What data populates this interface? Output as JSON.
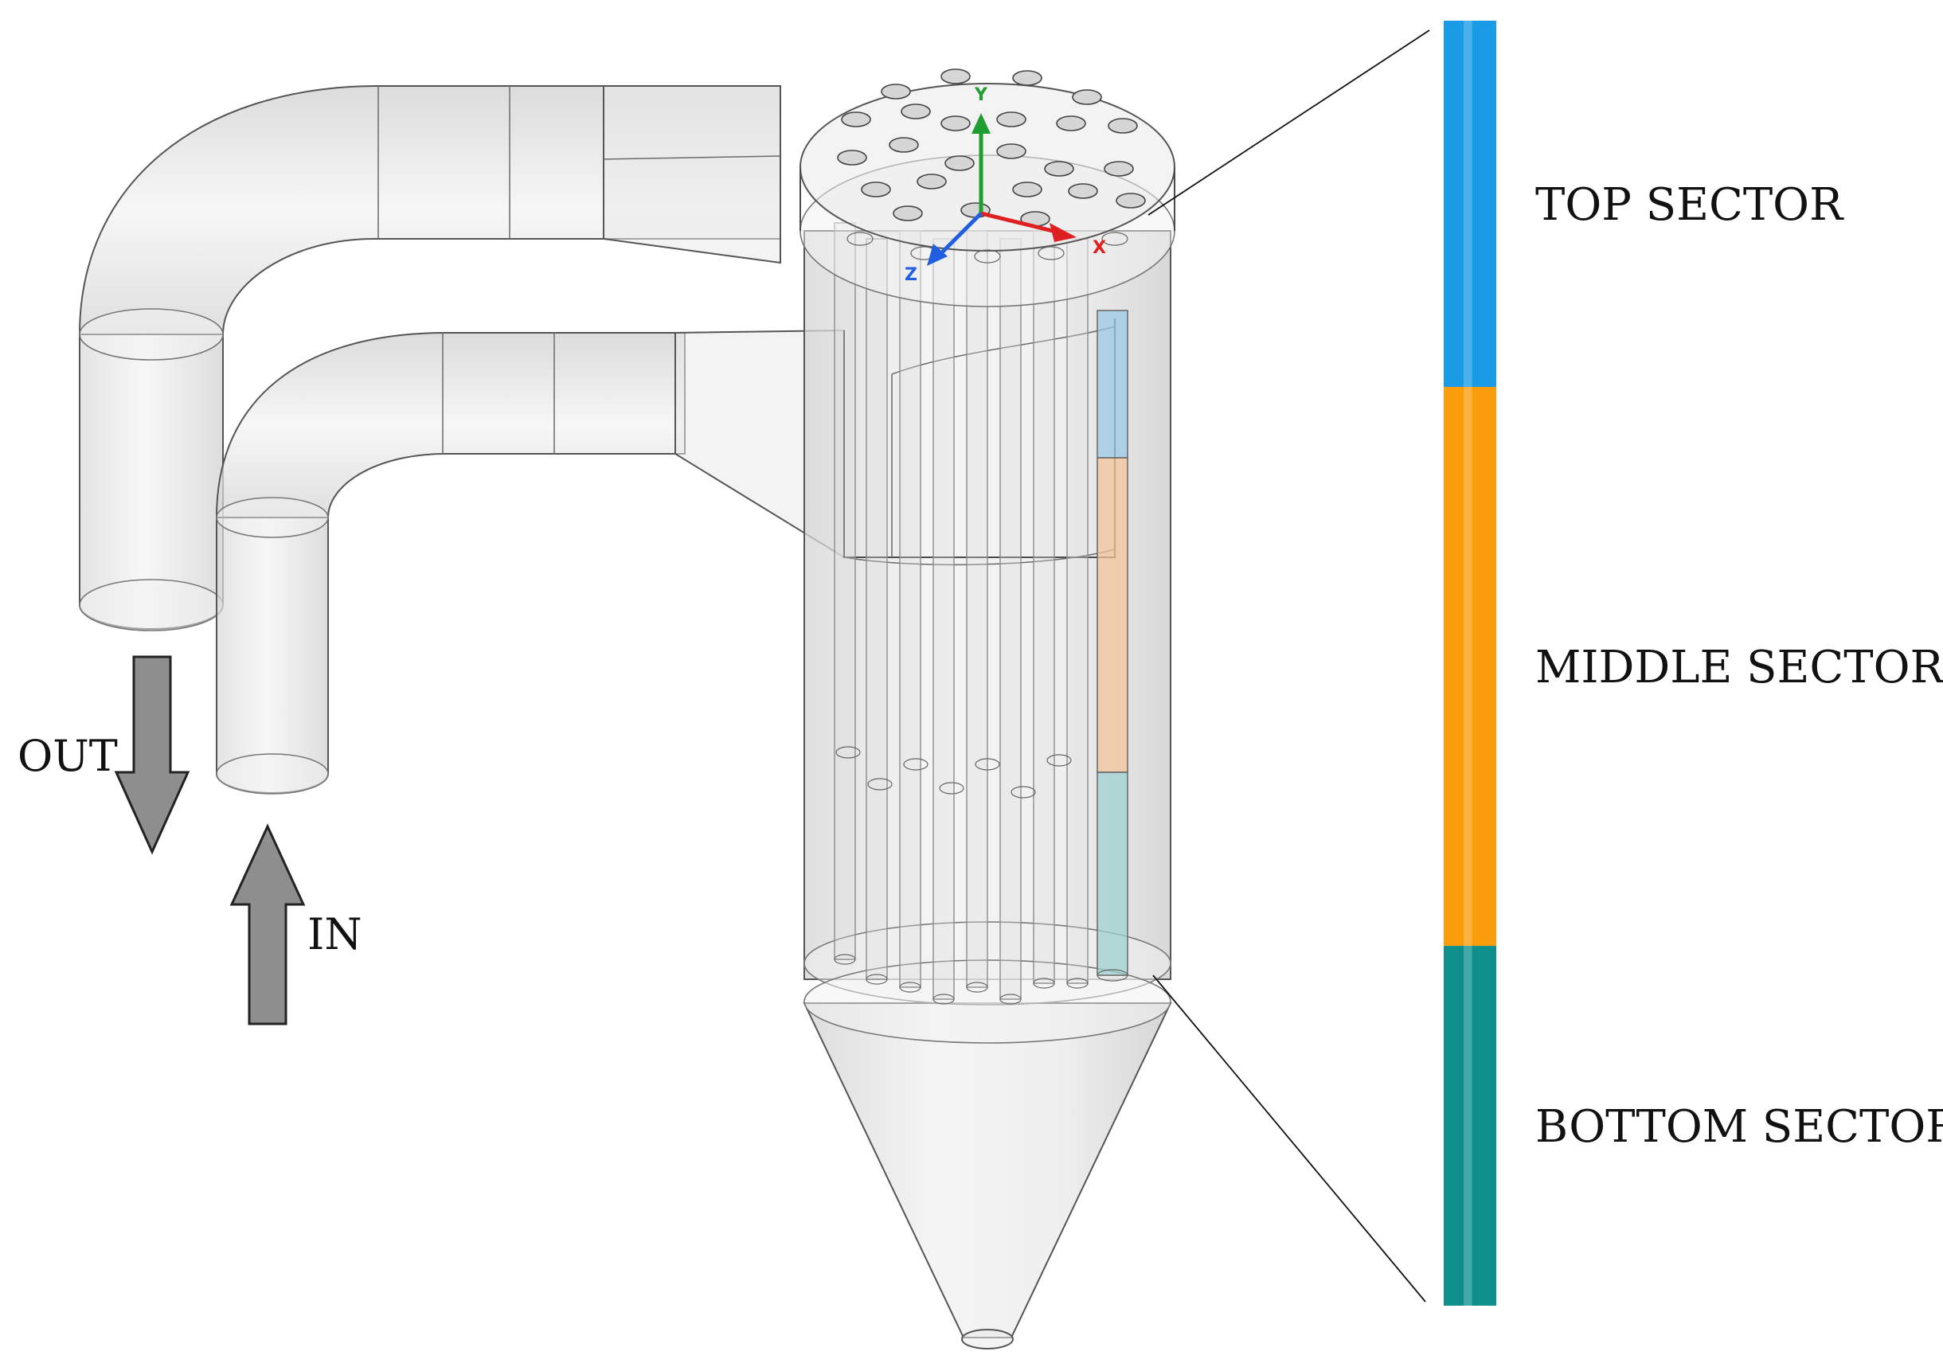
{
  "labels": {
    "out": "OUT",
    "in": "IN"
  },
  "axes": {
    "x": "X",
    "y": "Y",
    "z": "Z"
  },
  "sectors": [
    {
      "label": "TOP SECTOR",
      "color": "#1a9be6",
      "fraction": 0.285
    },
    {
      "label": "MIDDLE SECTOR",
      "color": "#f99d0b",
      "fraction": 0.435
    },
    {
      "label": "BOTTOM SECTOR",
      "color": "#0f8f8c",
      "fraction": 0.28
    }
  ],
  "colors": {
    "arrow": "#8e8e8e",
    "axis_x": "#e02020",
    "axis_y": "#1e9e2e",
    "axis_z": "#2060e0"
  }
}
